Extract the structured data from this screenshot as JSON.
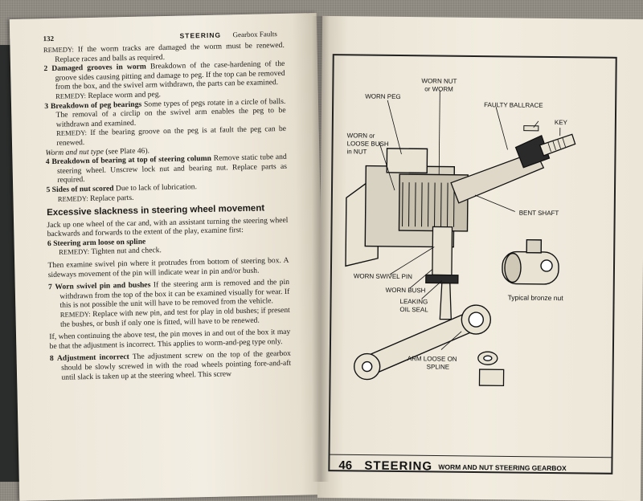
{
  "left_page": {
    "page_number": "132",
    "header_title": "STEERING",
    "header_subtitle": "Gearbox Faults",
    "p1": "If the worm tracks are damaged the worm must be renewed. Replace races and balls as required.",
    "remedy_label": "REMEDY:",
    "item2_num": "2",
    "item2_title": "Damaged grooves in worm",
    "item2_text": "Breakdown of the case-hardening of the groove sides causing pitting and damage to peg. If the top can be removed from the box, and the swivel arm withdrawn, the parts can be examined.",
    "item2_remedy": "Replace worm and peg.",
    "item3_num": "3",
    "item3_title": "Breakdown of peg bearings",
    "item3_text": "Some types of pegs rotate in a circle of balls. The removal of a circlip on the swivel arm enables the peg to be withdrawn and examined.",
    "item3_remedy": "If the bearing groove on the peg is at fault the peg can be renewed.",
    "worm_nut_note": "Worm and nut type",
    "worm_nut_ref": "(see Plate 46).",
    "item4_num": "4",
    "item4_title": "Breakdown of bearing at top of steering column",
    "item4_text": "Remove static tube and steering wheel. Unscrew lock nut and bearing nut. Replace parts as required.",
    "item5_num": "5",
    "item5_title": "Sides of nut scored",
    "item5_text": "Due to lack of lubrication.",
    "item5_remedy": "Replace parts.",
    "section_heading": "Excessive slackness in steering wheel movement",
    "section_intro": "Jack up one wheel of the car and, with an assistant turning the steering wheel backwards and forwards to the extent of the play, examine first:",
    "item6_num": "6",
    "item6_title": "Steering arm loose on spline",
    "item6_remedy": "Tighten nut and check.",
    "para_swivel": "Then examine swivel pin where it protrudes from bottom of steering box. A sideways movement of the pin will indicate wear in pin and/or bush.",
    "item7_num": "7",
    "item7_title": "Worn swivel pin and bushes",
    "item7_text": "If the steering arm is removed and the pin withdrawn from the top of the box it can be examined visually for wear. If this is not possible the unit will have to be removed from the vehicle.",
    "item7_remedy": "Replace with new pin, and test for play in old bushes; if present the bushes, or bush if only one is fitted, will have to be renewed.",
    "para_if": "If, when continuing the above test, the pin moves in and out of the box it may be that the adjustment is incorrect. This applies to worm-and-peg type only.",
    "item8_num": "8",
    "item8_title": "Adjustment incorrect",
    "item8_text": "The adjustment screw on the top of the gearbox should be slowly screwed in with the road wheels pointing fore-and-aft until slack is taken up at the steering wheel. This screw"
  },
  "right_page": {
    "labels": {
      "worn_nut": "WORN NUT",
      "or_worm": "or WORM",
      "worn_peg": "WORN PEG",
      "faulty_ballrace": "FAULTY BALLRACE",
      "worn_or": "WORN or",
      "loose_bush": "LOOSE BUSH",
      "in_nut": "in NUT",
      "key": "KEY",
      "bent_shaft": "BENT SHAFT",
      "worn_swivel_pin": "WORN SWIVEL PIN",
      "worn_bush": "WORN BUSH",
      "leaking": "LEAKING",
      "oil_seal": "OIL SEAL",
      "typical_bronze_nut": "Typical bronze nut",
      "arm_loose_on": "ARM LOOSE ON",
      "spline": "SPLINE"
    },
    "plate_number": "46",
    "plate_title": "STEERING",
    "plate_subtitle": "WORM AND NUT STEERING GEARBOX"
  }
}
